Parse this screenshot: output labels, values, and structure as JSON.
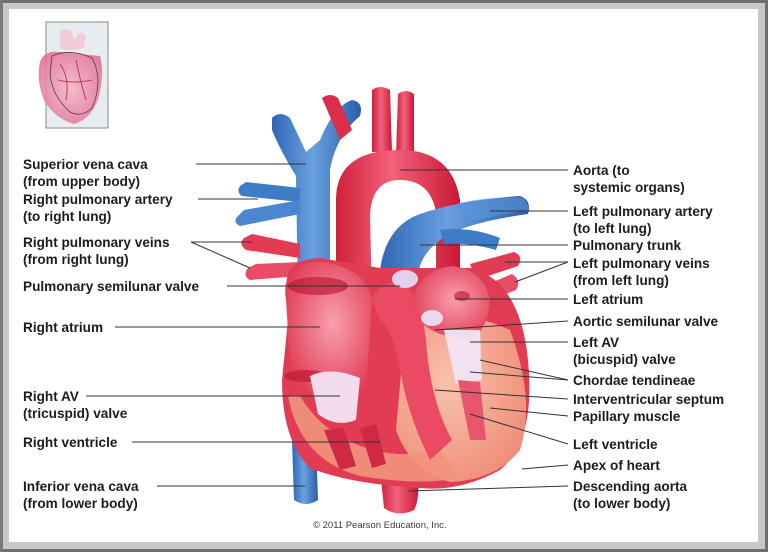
{
  "figure": {
    "title": "Internal anatomy of the heart (frontal section)",
    "copyright": "© 2011 Pearson Education, Inc.",
    "inset": "orientation-heart-thumbnail",
    "colors": {
      "oxygenated_vessel": "#e8344e",
      "deoxygenated_vessel": "#3f7cc7",
      "myocardium": "#f4a08c",
      "valve_tissue": "#e9d9f0",
      "frame": "#c8c8c8",
      "leader_line": "#333333"
    }
  },
  "labels_left": [
    {
      "id": "superior-vena-cava",
      "line1": "Superior vena cava",
      "line2": "(from upper body)"
    },
    {
      "id": "right-pulmonary-artery",
      "line1": "Right pulmonary artery",
      "line2": "(to right lung)"
    },
    {
      "id": "right-pulmonary-veins",
      "line1": "Right pulmonary veins",
      "line2": "(from right lung)"
    },
    {
      "id": "pulmonary-semilunar-valve",
      "line1": "Pulmonary semilunar valve",
      "line2": ""
    },
    {
      "id": "right-atrium",
      "line1": "Right atrium",
      "line2": ""
    },
    {
      "id": "right-av-valve",
      "line1": "Right AV",
      "line2": "(tricuspid) valve"
    },
    {
      "id": "right-ventricle",
      "line1": "Right ventricle",
      "line2": ""
    },
    {
      "id": "inferior-vena-cava",
      "line1": "Inferior vena cava",
      "line2": "(from lower body)"
    }
  ],
  "labels_right": [
    {
      "id": "aorta",
      "line1": "Aorta (to",
      "line2": "systemic organs)"
    },
    {
      "id": "left-pulmonary-artery",
      "line1": "Left pulmonary artery",
      "line2": "(to left lung)"
    },
    {
      "id": "pulmonary-trunk",
      "line1": "Pulmonary trunk",
      "line2": ""
    },
    {
      "id": "left-pulmonary-veins",
      "line1": "Left pulmonary veins",
      "line2": "(from left lung)"
    },
    {
      "id": "left-atrium",
      "line1": "Left atrium",
      "line2": ""
    },
    {
      "id": "aortic-semilunar-valve",
      "line1": "Aortic semilunar valve",
      "line2": ""
    },
    {
      "id": "left-av-valve",
      "line1": "Left AV",
      "line2": "(bicuspid) valve"
    },
    {
      "id": "chordae-tendineae",
      "line1": "Chordae tendineae",
      "line2": ""
    },
    {
      "id": "interventricular-septum",
      "line1": "Interventricular septum",
      "line2": ""
    },
    {
      "id": "papillary-muscle",
      "line1": "Papillary muscle",
      "line2": ""
    },
    {
      "id": "left-ventricle",
      "line1": "Left ventricle",
      "line2": ""
    },
    {
      "id": "apex-of-heart",
      "line1": "Apex of heart",
      "line2": ""
    },
    {
      "id": "descending-aorta",
      "line1": "Descending aorta",
      "line2": "(to lower body)"
    }
  ]
}
